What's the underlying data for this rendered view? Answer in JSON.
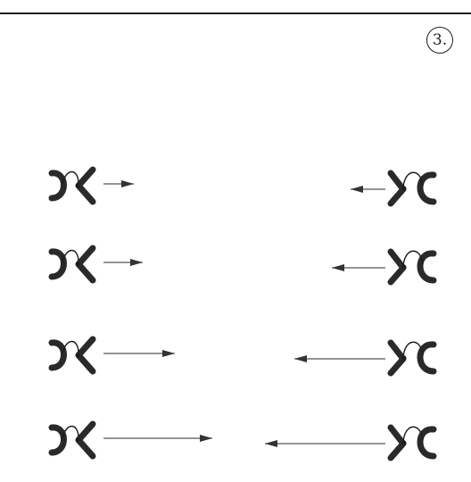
{
  "page": {
    "number_label": "3."
  },
  "colors": {
    "ink": "#1c1c1c",
    "frame_fill": "#2a2a2a",
    "arrow_line": "#555555",
    "arrow_head": "#333333",
    "paper": "#ffffff"
  },
  "diagram": {
    "description_kind": "pictograms",
    "rows": [
      {
        "stage": 1,
        "arrow_extent": "short"
      },
      {
        "stage": 2,
        "arrow_extent": "short"
      },
      {
        "stage": 3,
        "arrow_extent": "medium"
      },
      {
        "stage": 4,
        "arrow_extent": "long"
      }
    ],
    "icons": {
      "left_hand_symbol": "hand-gripper-icon",
      "arrow_symbol": "arrow-icon"
    }
  }
}
